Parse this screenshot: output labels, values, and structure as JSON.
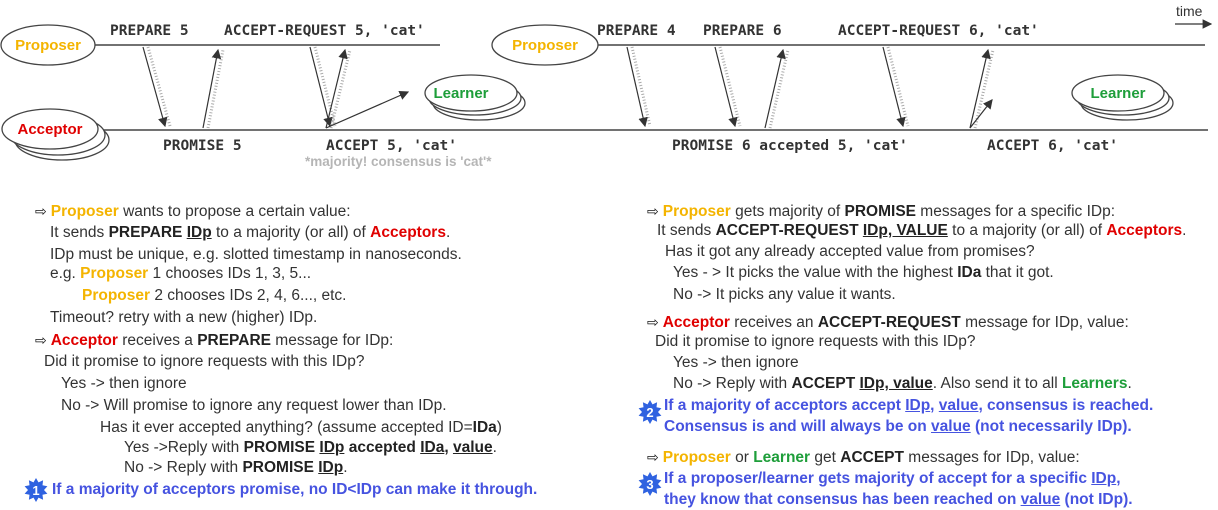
{
  "diagram": {
    "proposer_label": "Proposer",
    "acceptor_label": "Acceptor",
    "learner_label": "Learner",
    "time_label": "time",
    "messages_top": [
      "PREPARE 5",
      "ACCEPT-REQUEST 5, 'cat'",
      "PREPARE 4",
      "PREPARE 6",
      "ACCEPT-REQUEST 6, 'cat'"
    ],
    "messages_bottom": [
      "PROMISE 5",
      "ACCEPT 5, 'cat'",
      "PROMISE 6 accepted 5, 'cat'",
      "ACCEPT 6, 'cat'"
    ],
    "note": "*majority! consensus is 'cat'*"
  },
  "colors": {
    "proposer": "#f4b400",
    "acceptor": "#e00000",
    "learner": "#1e9e3a",
    "note_blue": "#4653e0"
  },
  "left_column": {
    "lines": [
      [
        {
          "t": "⇨",
          "s": "arrow"
        },
        {
          "t": "Proposer",
          "s": "proposer"
        },
        {
          "t": " wants to propose a certain value:",
          "s": ""
        }
      ],
      [
        {
          "t": "It sends ",
          "s": ""
        },
        {
          "t": "PREPARE ",
          "s": "bold"
        },
        {
          "t": "IDp",
          "s": "ubold"
        },
        {
          "t": " to a majority (or all) of ",
          "s": ""
        },
        {
          "t": "Acceptors",
          "s": "acceptor"
        },
        {
          "t": ".",
          "s": ""
        }
      ],
      [
        {
          "t": "IDp must be unique, e.g. slotted timestamp in nanoseconds.",
          "s": ""
        }
      ],
      [
        {
          "t": "e.g. ",
          "s": ""
        },
        {
          "t": "Proposer",
          "s": "proposer"
        },
        {
          "t": " 1 chooses IDs 1, 3, 5...",
          "s": ""
        }
      ],
      [
        {
          "t": "Proposer",
          "s": "proposer"
        },
        {
          "t": " 2 chooses IDs 2, 4, 6..., etc.",
          "s": ""
        }
      ],
      [
        {
          "t": "Timeout? retry with a new (higher) IDp.",
          "s": ""
        }
      ],
      [
        {
          "t": "⇨",
          "s": "arrow"
        },
        {
          "t": "Acceptor",
          "s": "acceptor"
        },
        {
          "t": " receives a ",
          "s": ""
        },
        {
          "t": "PREPARE",
          "s": "bold"
        },
        {
          "t": " message for IDp:",
          "s": ""
        }
      ],
      [
        {
          "t": "Did it promise to ignore requests with this IDp?",
          "s": ""
        }
      ],
      [
        {
          "t": "Yes -> then ignore",
          "s": ""
        }
      ],
      [
        {
          "t": "No -> Will promise to ignore any request lower than IDp.",
          "s": ""
        }
      ],
      [
        {
          "t": "Has it ever accepted anything? (assume accepted ID=",
          "s": ""
        },
        {
          "t": "IDa",
          "s": "bold"
        },
        {
          "t": ")",
          "s": ""
        }
      ],
      [
        {
          "t": "Yes ->Reply with ",
          "s": ""
        },
        {
          "t": "PROMISE ",
          "s": "bold"
        },
        {
          "t": "IDp",
          "s": "ubold"
        },
        {
          "t": " accepted ",
          "s": "bold"
        },
        {
          "t": "IDa",
          "s": "ubold"
        },
        {
          "t": ", ",
          "s": "bold"
        },
        {
          "t": "value",
          "s": "ubold"
        },
        {
          "t": ".",
          "s": ""
        }
      ],
      [
        {
          "t": "No -> Reply with ",
          "s": ""
        },
        {
          "t": "PROMISE ",
          "s": "bold"
        },
        {
          "t": "IDp",
          "s": "ubold"
        },
        {
          "t": ".",
          "s": ""
        }
      ],
      [
        {
          "t": "If a majority of acceptors promise, no ID<IDp can make it through.",
          "s": "blue"
        }
      ]
    ]
  },
  "right_column": {
    "lines": [
      [
        {
          "t": "⇨",
          "s": "arrow"
        },
        {
          "t": "Proposer",
          "s": "proposer"
        },
        {
          "t": " gets majority of ",
          "s": ""
        },
        {
          "t": "PROMISE",
          "s": "bold"
        },
        {
          "t": " messages for a specific IDp:",
          "s": ""
        }
      ],
      [
        {
          "t": "It sends ",
          "s": ""
        },
        {
          "t": "ACCEPT-REQUEST ",
          "s": "bold"
        },
        {
          "t": "IDp, VALUE",
          "s": "ubold"
        },
        {
          "t": " to a majority (or all) of ",
          "s": ""
        },
        {
          "t": "Acceptors",
          "s": "acceptor"
        },
        {
          "t": ".",
          "s": ""
        }
      ],
      [
        {
          "t": "Has it got any already accepted value from promises?",
          "s": ""
        }
      ],
      [
        {
          "t": "Yes - > It picks the value with the highest ",
          "s": ""
        },
        {
          "t": "IDa",
          "s": "bold"
        },
        {
          "t": " that it got.",
          "s": ""
        }
      ],
      [
        {
          "t": "No -> It picks any value it wants.",
          "s": ""
        }
      ],
      [
        {
          "t": "⇨",
          "s": "arrow"
        },
        {
          "t": "Acceptor",
          "s": "acceptor"
        },
        {
          "t": " receives an ",
          "s": ""
        },
        {
          "t": "ACCEPT-REQUEST",
          "s": "bold"
        },
        {
          "t": " message for IDp, value:",
          "s": ""
        }
      ],
      [
        {
          "t": "Did it promise to ignore requests with this IDp?",
          "s": ""
        }
      ],
      [
        {
          "t": "Yes -> then ignore",
          "s": ""
        }
      ],
      [
        {
          "t": "No -> Reply with ",
          "s": ""
        },
        {
          "t": "ACCEPT ",
          "s": "bold"
        },
        {
          "t": "IDp, value",
          "s": "ubold"
        },
        {
          "t": ". Also send it to all ",
          "s": ""
        },
        {
          "t": "Learners",
          "s": "learner"
        },
        {
          "t": ".",
          "s": ""
        }
      ],
      [
        {
          "t": "If a majority of acceptors accept ",
          "s": "blue"
        },
        {
          "t": "IDp",
          "s": "ublue"
        },
        {
          "t": ", ",
          "s": "blue"
        },
        {
          "t": "value",
          "s": "ublue"
        },
        {
          "t": ", consensus is reached.",
          "s": "blue"
        }
      ],
      [
        {
          "t": "Consensus is and will always be on ",
          "s": "blue"
        },
        {
          "t": "value",
          "s": "ublue"
        },
        {
          "t": " (not necessarily IDp).",
          "s": "blue"
        }
      ],
      [
        {
          "t": "⇨",
          "s": "arrow"
        },
        {
          "t": "Proposer",
          "s": "proposer"
        },
        {
          "t": " or ",
          "s": ""
        },
        {
          "t": "Learner",
          "s": "learner"
        },
        {
          "t": " get ",
          "s": ""
        },
        {
          "t": "ACCEPT",
          "s": "bold"
        },
        {
          "t": " messages for IDp, value:",
          "s": ""
        }
      ],
      [
        {
          "t": "If a proposer/learner gets majority of accept for a specific ",
          "s": "blue"
        },
        {
          "t": "IDp",
          "s": "ublue"
        },
        {
          "t": ",",
          "s": "blue"
        }
      ],
      [
        {
          "t": "they know that consensus has been reached on ",
          "s": "blue"
        },
        {
          "t": "value",
          "s": "ublue"
        },
        {
          "t": " (not IDp).",
          "s": "blue"
        }
      ]
    ]
  },
  "badges": [
    "1",
    "2",
    "3"
  ]
}
